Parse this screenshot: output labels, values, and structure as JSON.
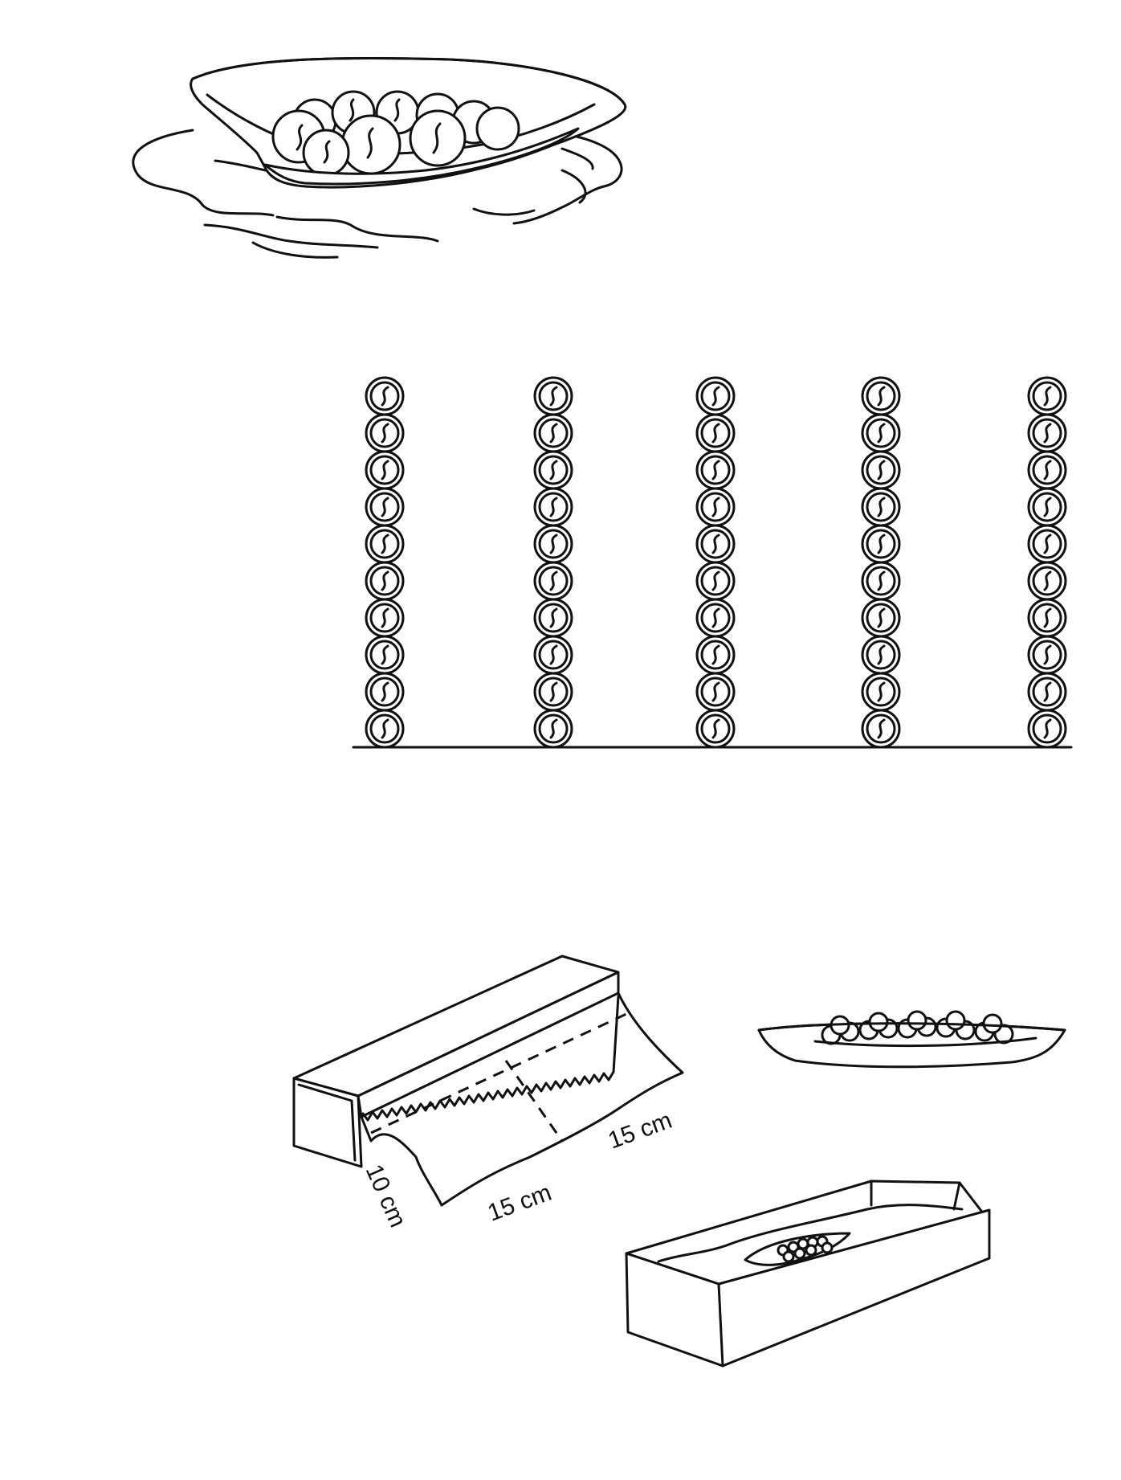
{
  "figure": {
    "marble_rows": {
      "columns": 5,
      "marbles_per_column": 10
    },
    "foil_measurements": {
      "side_label": "10 cm",
      "bottom_label": "15 cm",
      "right_label": "15 cm"
    },
    "colors": {
      "line": "#111111",
      "background": "#ffffff"
    }
  }
}
